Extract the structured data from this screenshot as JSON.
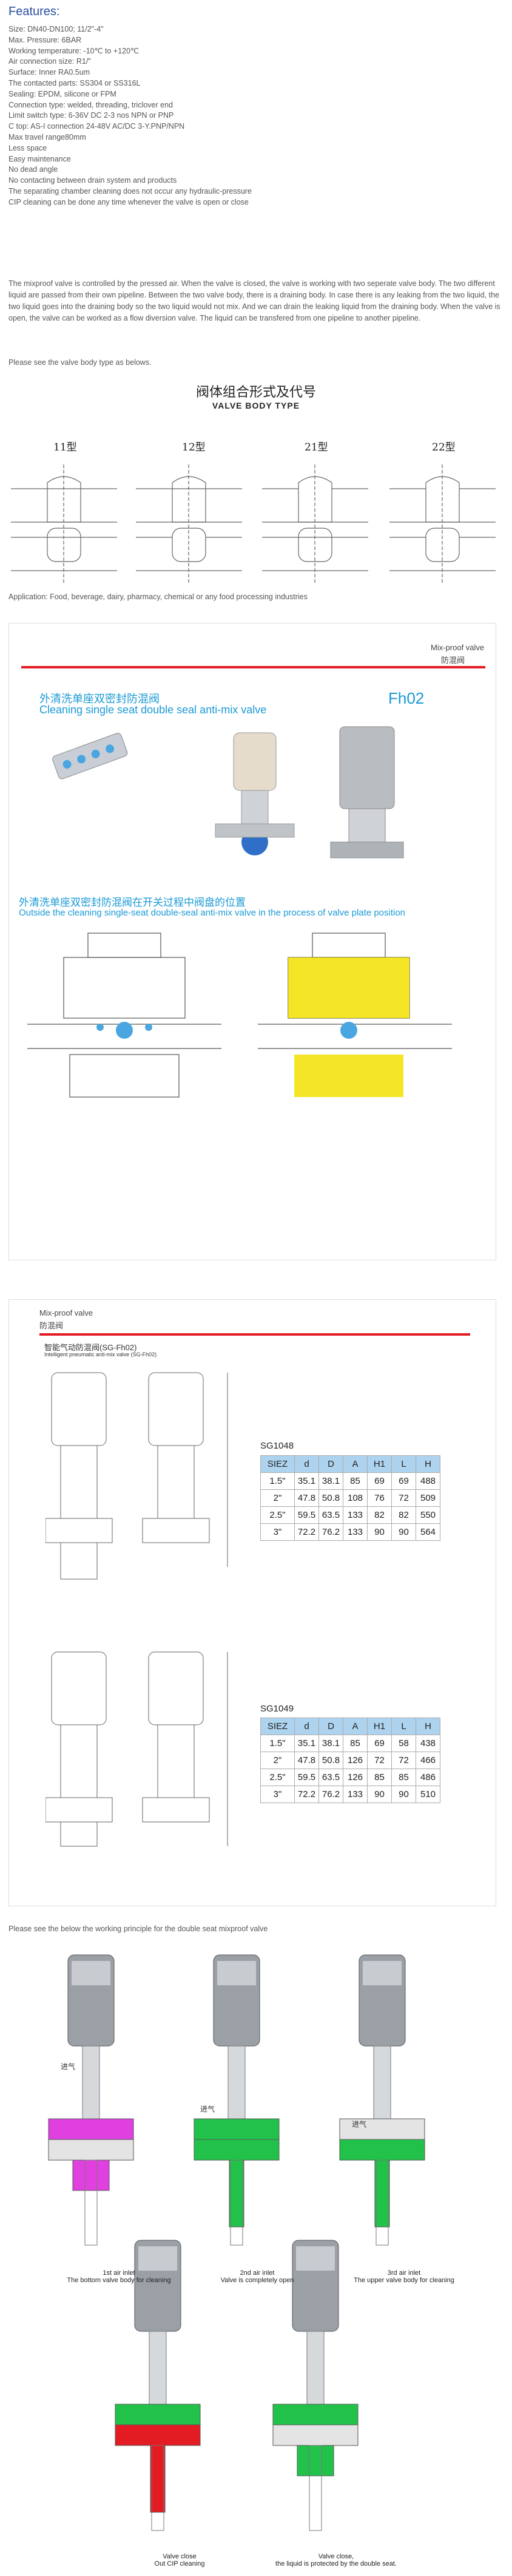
{
  "features_title": "Features:",
  "spec_lines": [
    "Size: DN40-DN100;  11/2\"-4\"",
    "Max. Pressure: 6BAR",
    "Working temperature: -10℃ to +120℃",
    "Air connection size: R1/\"",
    "Surface: Inner RA0.5um",
    "The contacted parts: SS304 or SS316L",
    "Sealing: EPDM, silicone or FPM",
    "Connection type: welded, threading, triclover end",
    "Limit switch type: 6-36V  DC  2-3 nos NPN or PNP",
    "C top: AS-I connection  24-48V AC/DC 3-Y.PNP/NPN",
    "Max travel range80mm",
    "Less space",
    "Easy maintenance",
    "No dead angle",
    "No contacting between drain system and products",
    "The separating chamber cleaning does not occur any hydraulic-pressure",
    "CIP cleaning can be done any time whenever the valve is open or close"
  ],
  "paragraph": "The mixproof valve is controlled by the pressed air. When the valve is closed, the valve is working with two seperate valve body. The two different liquid are passed from their own pipeline. Between the two valve body, there is a draining body. In case there is any leaking from the two liquid, the two liquid goes into the draining body so the two liquid would not mix. And we can drain the leaking liquid from the draining body. When the valve is open, the valve can be worked as a flow diversion valve. The liquid can be transfered from one pipeline to another pipeline.",
  "see_body_types": "Please see the valve body type as belows.",
  "body_type_title_cn": "阀体组合形式及代号",
  "body_type_title_en": "VALVE BODY TYPE",
  "body_types": [
    "11型",
    "12型",
    "21型",
    "22型"
  ],
  "application": "Application: Food, beverage, dairy, pharmacy, chemical or any food processing industries",
  "panel1": {
    "mixproof_en": "Mix-proof valve",
    "mixproof_cn": "防混阀",
    "heading_cn": "外清洗单座双密封防混阀",
    "heading_en": "Cleaning single seat double seal anti-mix valve",
    "code": "Fh02",
    "sub_cn": "外清洗单座双密封防混阀在开关过程中阀盘的位置",
    "sub_en": "Outside the cleaning single-seat double-seal anti-mix valve in the process of valve plate position"
  },
  "panel2": {
    "mixproof_en": "Mix-proof valve",
    "mixproof_cn": "防混阀",
    "title_cn": "智能气动防混阀(SG-Fh02)",
    "title_en": "Intelligent pneumatic anti-mix valve (SG-Fh02)",
    "headers": [
      "SIEZ",
      "d",
      "D",
      "A",
      "H1",
      "L",
      "H"
    ],
    "table1_name": "SG1048",
    "table1_rows": [
      [
        "1.5\"",
        "35.1",
        "38.1",
        "85",
        "69",
        "69",
        "488"
      ],
      [
        "2\"",
        "47.8",
        "50.8",
        "108",
        "76",
        "72",
        "509"
      ],
      [
        "2.5\"",
        "59.5",
        "63.5",
        "133",
        "82",
        "82",
        "550"
      ],
      [
        "3\"",
        "72.2",
        "76.2",
        "133",
        "90",
        "90",
        "564"
      ]
    ],
    "table2_name": "SG1049",
    "table2_rows": [
      [
        "1.5\"",
        "35.1",
        "38.1",
        "85",
        "69",
        "58",
        "438"
      ],
      [
        "2\"",
        "47.8",
        "50.8",
        "126",
        "72",
        "72",
        "466"
      ],
      [
        "2.5\"",
        "59.5",
        "63.5",
        "126",
        "85",
        "85",
        "486"
      ],
      [
        "3\"",
        "72.2",
        "76.2",
        "133",
        "90",
        "90",
        "510"
      ]
    ]
  },
  "see_principle": "Please see the below the working principle for the double seat mixproof valve",
  "air_in_cn": "进气",
  "principle": [
    {
      "line1": "1st air inlet",
      "line2": "The bottom valve body for cleaning"
    },
    {
      "line1": "2nd air inlet",
      "line2": "Valve is completely open"
    },
    {
      "line1": "3rd air inlet",
      "line2": "The upper valve body for cleaning"
    },
    {
      "line1": "Valve close",
      "line2": "Out CIP cleaning"
    },
    {
      "line1": "Valve close,",
      "line2": "the liquid is protected by the double seat."
    }
  ],
  "colors": {
    "accent_blue": "#1a9ad6",
    "red": "#e31b23",
    "table_header": "#aed3ee",
    "magenta": "#e040e0",
    "green": "#22c24a",
    "yellow": "#f2e200"
  }
}
